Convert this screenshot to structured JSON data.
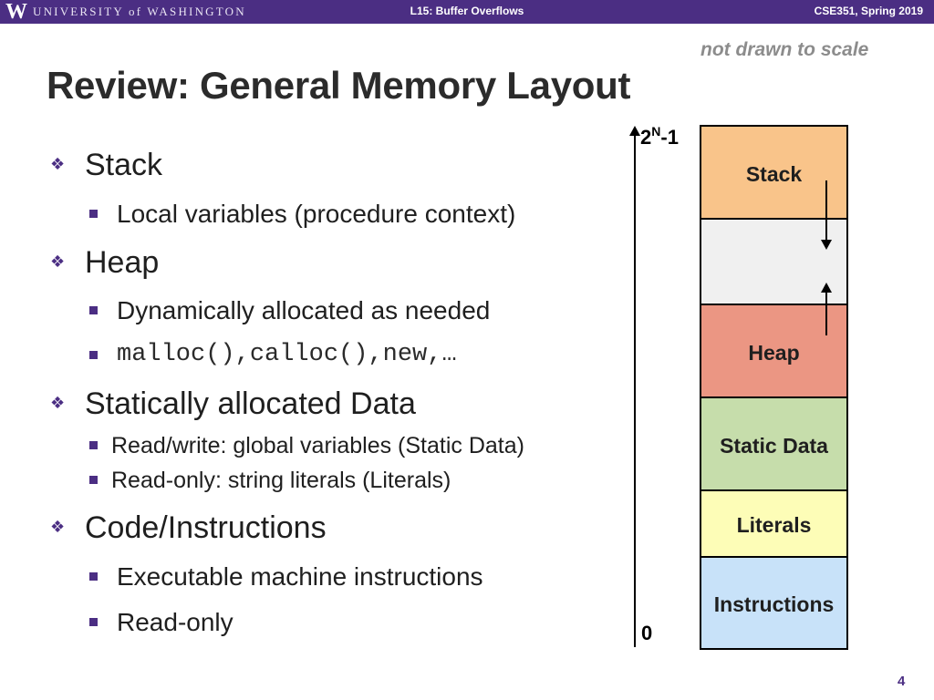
{
  "header": {
    "logo_letter": "W",
    "logo_text": "UNIVERSITY of WASHINGTON",
    "lecture": "L15: Buffer Overflows",
    "course": "CSE351, Spring 2019",
    "background_color": "#4b2e83"
  },
  "slide": {
    "title": "Review: General Memory Layout",
    "note": "not drawn to scale",
    "page_number": "4"
  },
  "bullets": [
    {
      "label": "Stack",
      "subitems": [
        "Local variables (procedure context)"
      ]
    },
    {
      "label": "Heap",
      "subitems": [
        "Dynamically allocated as needed",
        "malloc(),calloc(),new,…"
      ]
    },
    {
      "label": "Statically allocated Data",
      "subitems": [
        "Read/write:  global variables (Static Data)",
        "Read-only:  string literals (Literals)"
      ]
    },
    {
      "label": "Code/Instructions",
      "subitems": [
        "Executable machine instructions",
        "Read-only"
      ]
    }
  ],
  "diagram": {
    "address_high_base": "2",
    "address_high_exp": "N",
    "address_high_suffix": "-1",
    "address_low": "0",
    "segments": [
      {
        "label": "Stack",
        "color": "#f9c48a"
      },
      {
        "label": "",
        "color": "#f0f0f0"
      },
      {
        "label": "Heap",
        "color": "#eb9683"
      },
      {
        "label": "Static Data",
        "color": "#c6ddab"
      },
      {
        "label": "Literals",
        "color": "#fdfdb7"
      },
      {
        "label": "Instructions",
        "color": "#c8e2f9"
      }
    ]
  }
}
